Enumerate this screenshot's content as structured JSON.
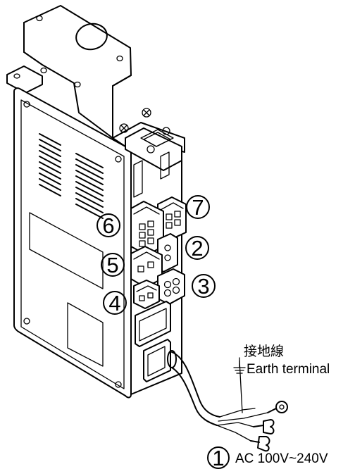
{
  "callouts": [
    {
      "id": "1",
      "label": "1"
    },
    {
      "id": "2",
      "label": "2"
    },
    {
      "id": "3",
      "label": "3"
    },
    {
      "id": "4",
      "label": "4"
    },
    {
      "id": "5",
      "label": "5"
    },
    {
      "id": "6",
      "label": "6"
    },
    {
      "id": "7",
      "label": "7"
    }
  ],
  "labels": {
    "earth_cjk": "接地線",
    "earth_en": "Earth terminal",
    "ac_input": "AC 100V~240V"
  },
  "icons": [
    "ground-icon"
  ],
  "colors": {
    "line": "#000000",
    "background": "#ffffff"
  }
}
